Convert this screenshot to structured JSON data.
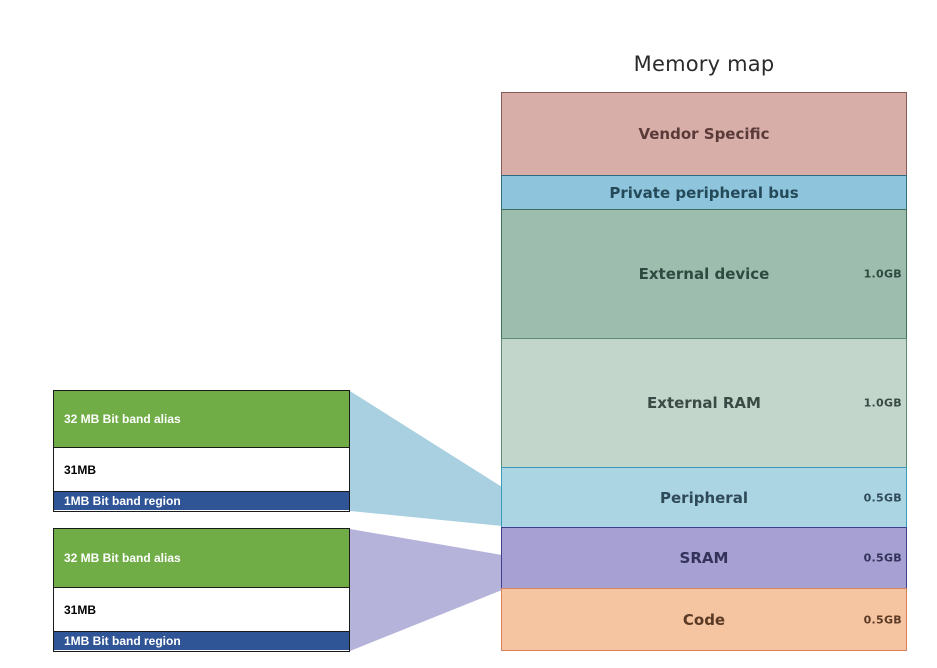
{
  "title": "Memory map",
  "regions": [
    {
      "name": "Vendor Specific",
      "size": "",
      "bg": "#d8aea8",
      "border": "#8a5a58",
      "text": "#5a3a38"
    },
    {
      "name": "Private peripheral bus",
      "size": "",
      "bg": "#8ec5dc",
      "border": "#2f6a80",
      "text": "#244a5a"
    },
    {
      "name": "External device",
      "size": "1.0GB",
      "bg": "#9dbdaf",
      "border": "#3f6e5c",
      "text": "#2f4a40"
    },
    {
      "name": "External RAM",
      "size": "1.0GB",
      "bg": "#c3d6cc",
      "border": "#5f8a78",
      "text": "#3a4a44"
    },
    {
      "name": "Peripheral",
      "size": "0.5GB",
      "bg": "#acd5e4",
      "border": "#3b9ab8",
      "text": "#2f4a58"
    },
    {
      "name": "SRAM",
      "size": "0.5GB",
      "bg": "#a7a0d2",
      "border": "#3f3f8a",
      "text": "#32325a"
    },
    {
      "name": "Code",
      "size": "0.5GB",
      "bg": "#f5c4a0",
      "border": "#d8825a",
      "text": "#5a3a24"
    }
  ],
  "bit_band_groups": [
    {
      "maps_to": "Peripheral",
      "connector_color": "#a9d0e0",
      "segments": {
        "alias": "32 MB Bit band alias",
        "middle": "31MB",
        "region": "1MB Bit band region"
      }
    },
    {
      "maps_to": "SRAM",
      "connector_color": "#b5b3da",
      "segments": {
        "alias": "32 MB Bit band alias",
        "middle": "31MB",
        "region": "1MB Bit band region"
      }
    }
  ]
}
